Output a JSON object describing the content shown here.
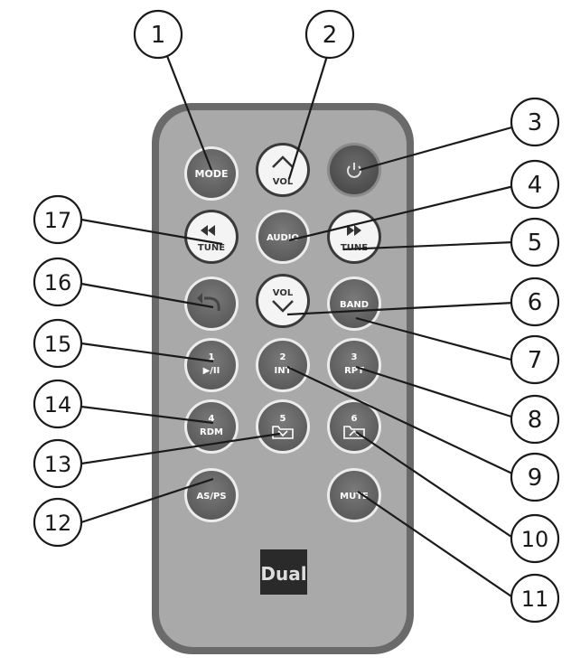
{
  "remote": {
    "brand": "Dual",
    "buttons": {
      "mode": "MODE",
      "vol_up": "VOL",
      "power_icon": "power-icon",
      "prev_tune": "TUNE",
      "audio": "AUDIO",
      "next_tune": "TUNE",
      "back_icon": "undo-arrow-icon",
      "vol_down": "VOL",
      "band": "BAND",
      "btn1_num": "1",
      "btn1_sym": "▶/II",
      "btn2_num": "2",
      "btn2_sym": "INT",
      "btn3_num": "3",
      "btn3_sym": "RPT",
      "btn4_num": "4",
      "btn4_sym": "RDM",
      "btn5_num": "5",
      "btn6_num": "6",
      "asps": "AS/PS",
      "mute": "MUTE"
    }
  },
  "callouts": {
    "c1": "1",
    "c2": "2",
    "c3": "3",
    "c4": "4",
    "c5": "5",
    "c6": "6",
    "c7": "7",
    "c8": "8",
    "c9": "9",
    "c10": "10",
    "c11": "11",
    "c12": "12",
    "c13": "13",
    "c14": "14",
    "c15": "15",
    "c16": "16",
    "c17": "17"
  }
}
